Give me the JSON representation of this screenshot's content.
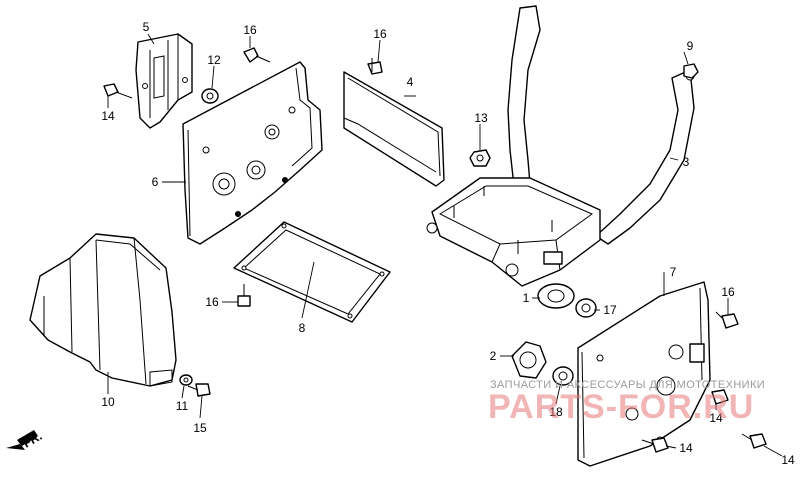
{
  "diagram": {
    "callouts": [
      {
        "id": "c1",
        "text": "1"
      },
      {
        "id": "c2",
        "text": "2"
      },
      {
        "id": "c3",
        "text": "3"
      },
      {
        "id": "c4",
        "text": "4"
      },
      {
        "id": "c5",
        "text": "5"
      },
      {
        "id": "c6",
        "text": "6"
      },
      {
        "id": "c7",
        "text": "7"
      },
      {
        "id": "c8",
        "text": "8"
      },
      {
        "id": "c9",
        "text": "9"
      },
      {
        "id": "c10",
        "text": "10"
      },
      {
        "id": "c11",
        "text": "11"
      },
      {
        "id": "c12",
        "text": "12"
      },
      {
        "id": "c13",
        "text": "13"
      },
      {
        "id": "c14a",
        "text": "14"
      },
      {
        "id": "c14b",
        "text": "14"
      },
      {
        "id": "c14c",
        "text": "14"
      },
      {
        "id": "c14d",
        "text": "14"
      },
      {
        "id": "c15",
        "text": "15"
      },
      {
        "id": "c16a",
        "text": "16"
      },
      {
        "id": "c16b",
        "text": "16"
      },
      {
        "id": "c16c",
        "text": "16"
      },
      {
        "id": "c16d",
        "text": "16"
      },
      {
        "id": "c17",
        "text": "17"
      },
      {
        "id": "c18",
        "text": "18"
      }
    ],
    "direction_label": "FR.",
    "watermark_text": "ЗАПЧАСТИ И АКСЕССУАРЫ ДЛЯ МОТОТЕХНИКИ",
    "watermark_logo": "PARTS-FOR.RU",
    "colors": {
      "line": "#000000",
      "background": "#ffffff",
      "watermark_logo": "#e87a7a",
      "watermark_text": "#9b9b9b"
    }
  }
}
